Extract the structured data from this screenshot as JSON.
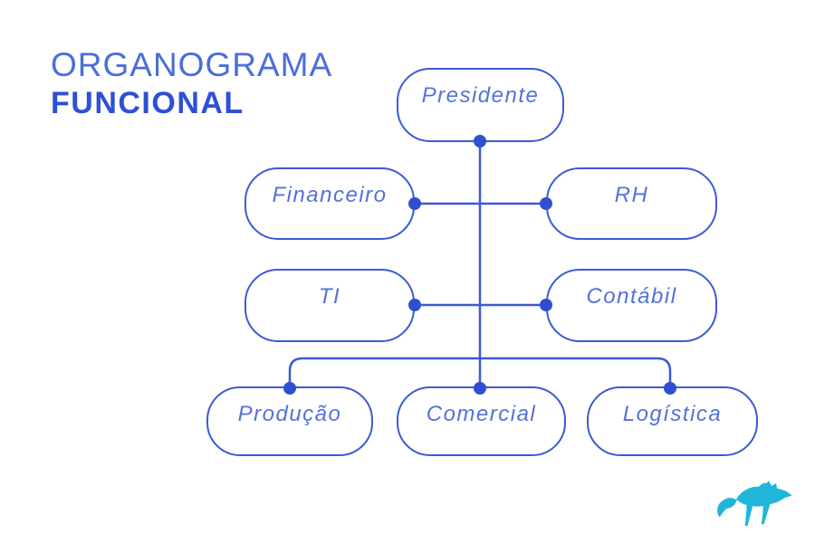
{
  "title": {
    "line1": "ORGANOGRAMA",
    "line2": "FUNCIONAL"
  },
  "nodes": {
    "presidente": {
      "label": "Presidente"
    },
    "financeiro": {
      "label": "Financeiro"
    },
    "rh": {
      "label": "RH"
    },
    "ti": {
      "label": "TI"
    },
    "contabil": {
      "label": "Contábil"
    },
    "producao": {
      "label": "Produção"
    },
    "comercial": {
      "label": "Comercial"
    },
    "logistica": {
      "label": "Logística"
    }
  },
  "hierarchy": {
    "root": "Presidente",
    "level2": [
      "Financeiro",
      "RH",
      "TI",
      "Contábil"
    ],
    "level3": [
      "Produção",
      "Comercial",
      "Logística"
    ]
  },
  "colors": {
    "connector_line": "#3b5ad5",
    "connector_dot": "#2f4fd2",
    "node_border": "#3b5ad5",
    "node_text": "#5471da",
    "title_light": "#4a6edb",
    "title_bold": "#2d50d6",
    "logo_fox": "#1fb6da",
    "background": "#ffffff"
  },
  "logo": {
    "name": "fox-logo"
  }
}
